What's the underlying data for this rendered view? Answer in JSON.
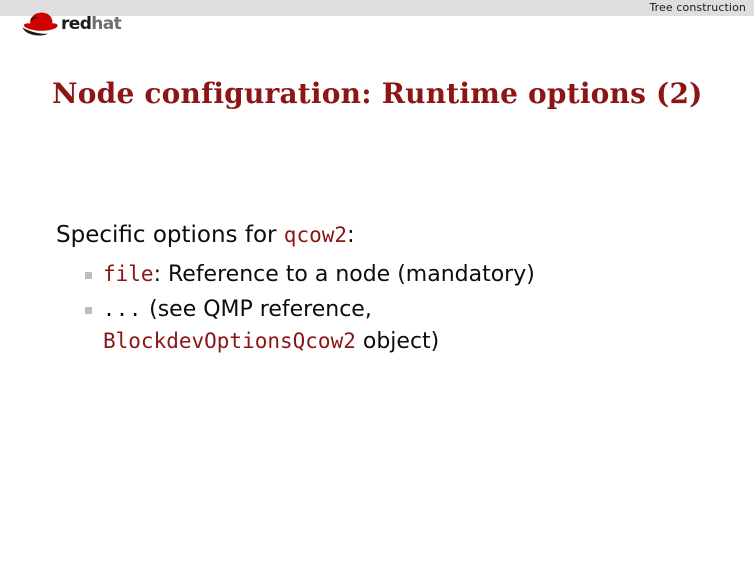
{
  "header": {
    "section_title": "Tree construction",
    "bar_color": "#dedede"
  },
  "logo": {
    "name": "Red Hat",
    "word_red": "red",
    "word_hat": "hat",
    "mark_color": "#cc0000",
    "shadow_color": "#1a1a1a"
  },
  "slide": {
    "title": "Node configuration: Runtime options (2)",
    "title_color": "#8c1515",
    "background": "#ffffff"
  },
  "body": {
    "lead": {
      "prefix": "Specific options for ",
      "code": "qcow2",
      "suffix": ":"
    },
    "bullets": [
      {
        "marker": "square-bullet",
        "code": "file",
        "text": ": Reference to a node (mandatory)",
        "second_line": ""
      },
      {
        "marker": "square-bullet",
        "ellipsis": "...",
        "text": " (see QMP reference,",
        "second_line_code": "BlockdevOptionsQcow2",
        "second_line_text": " object)"
      }
    ]
  }
}
